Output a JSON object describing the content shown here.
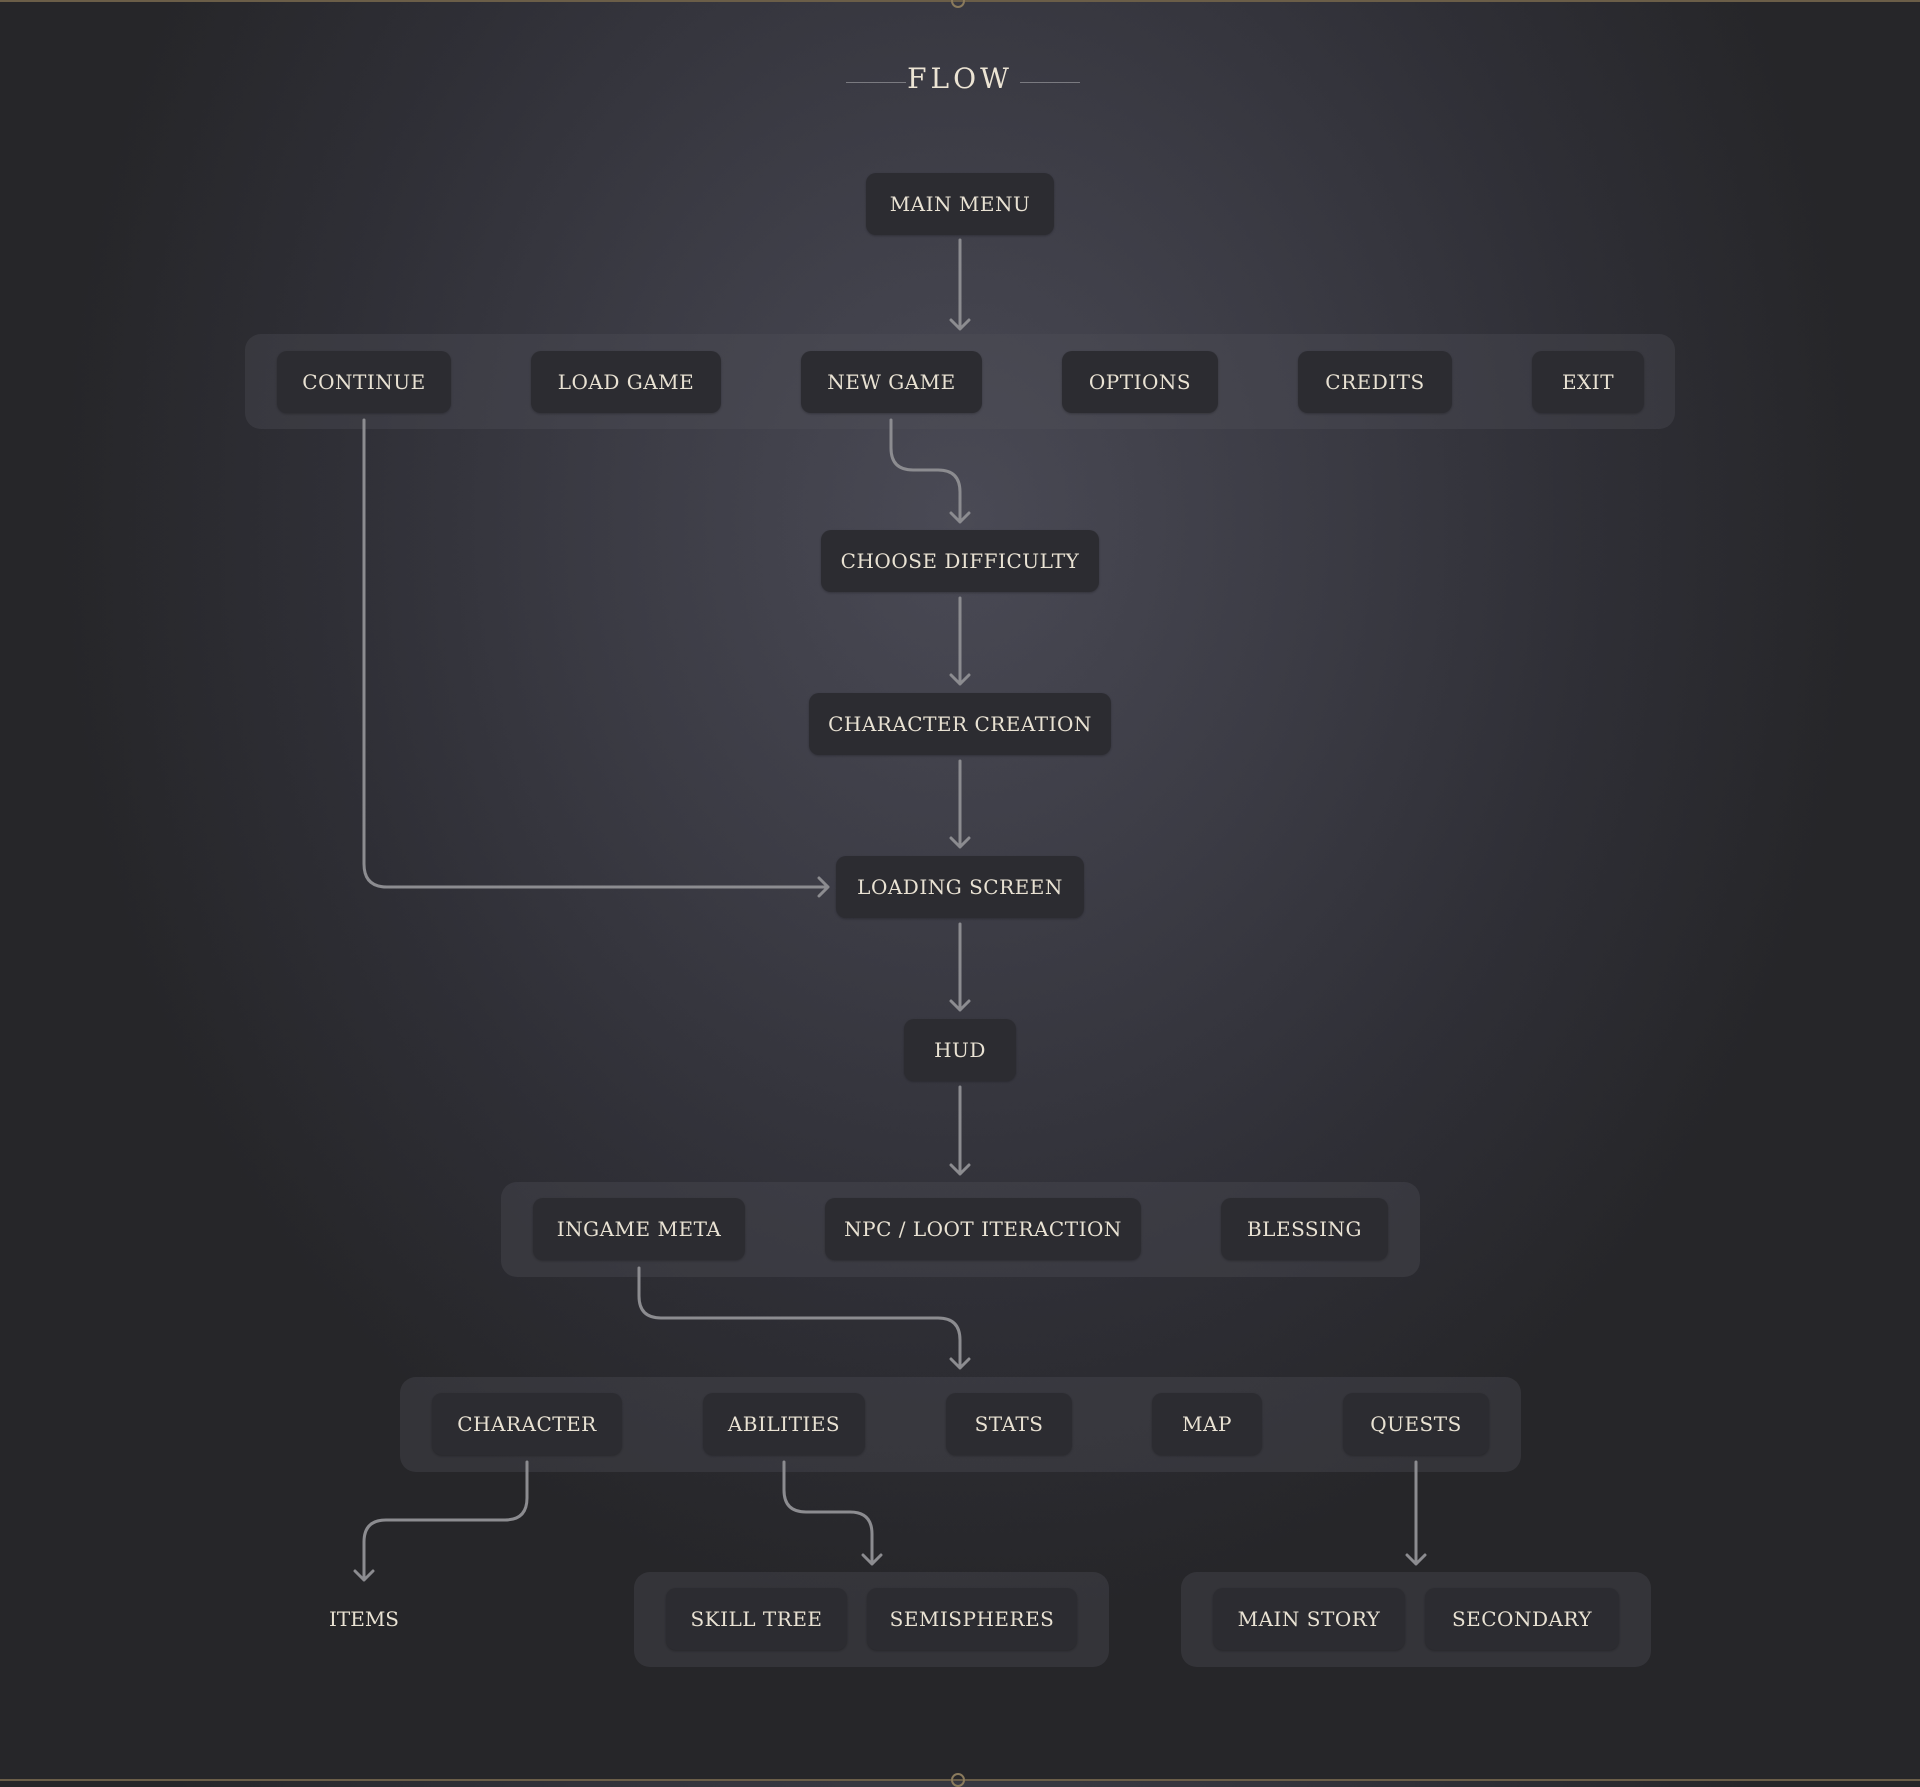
{
  "title": "FLOW",
  "nodes": {
    "main_menu": "MAIN MENU",
    "continue": "CONTINUE",
    "load_game": "LOAD GAME",
    "new_game": "NEW GAME",
    "options": "OPTIONS",
    "credits": "CREDITS",
    "exit": "EXIT",
    "choose_difficulty": "CHOOSE DIFFICULTY",
    "character_creation": "CHARACTER CREATION",
    "loading_screen": "LOADING SCREEN",
    "hud": "HUD",
    "ingame_meta": "INGAME META",
    "npc_loot": "NPC / LOOT ITERACTION",
    "blessing": "BLESSING",
    "character": "CHARACTER",
    "abilities": "ABILITIES",
    "stats": "STATS",
    "map": "MAP",
    "quests": "QUESTS",
    "items": "ITEMS",
    "skill_tree": "SKILL TREE",
    "semispheres": "SEMISPHERES",
    "main_story": "MAIN STORY",
    "secondary": "SECONDARY"
  },
  "colors": {
    "node_bg": "#2c2c31",
    "text": "#e9e2d3",
    "connector": "#8c8c90",
    "frame_accent": "#6b5e48"
  }
}
